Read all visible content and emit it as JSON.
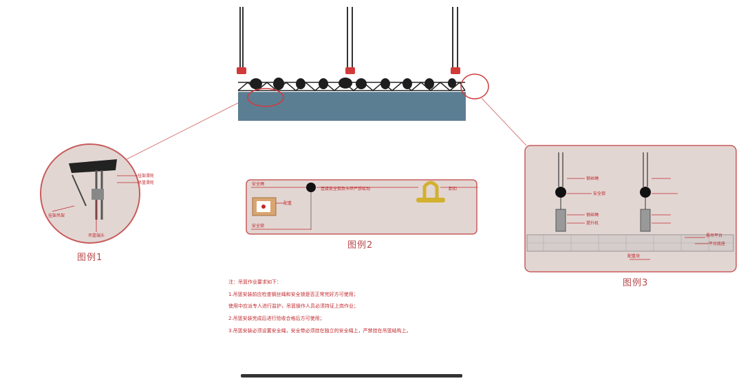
{
  "figure_labels": {
    "fig1": "图例1",
    "fig2": "图例2",
    "fig3": "图例3"
  },
  "fig1_labels": [
    "挂架吊架",
    "吊篮端头",
    "挂架滑轮",
    "吊篮滑轮"
  ],
  "fig2_labels": {
    "left_top": "安全绳",
    "left_bottom": "安全锁",
    "middle": "连接安全锁及卡环严禁松动",
    "right": "卸扣",
    "box": "配重"
  },
  "fig3_labels": [
    "钢丝绳",
    "安全锁",
    "钢丝绳",
    "提升机",
    "悬吊平台",
    "平台底座",
    "配重块"
  ],
  "notes": [
    "注：吊篮作业要求如下：",
    "1.吊篮安装前应检查钢丝绳和安全锁是否正常完好方可使用；",
    "使用中应派专人进行监护，吊篮操作人员必须持证上岗作业；",
    "2.吊篮安装完成后进行验收合格后方可使用；",
    "3.吊篮安装必须设置安全绳，安全带必须挂在独立的安全绳上，严禁挂在吊篮结构上。"
  ],
  "colors": {
    "accent_red": "#c0282d",
    "platform_blue": "#5c7e93",
    "panel_fill": "#e2d6d3",
    "cable": "#333333"
  }
}
